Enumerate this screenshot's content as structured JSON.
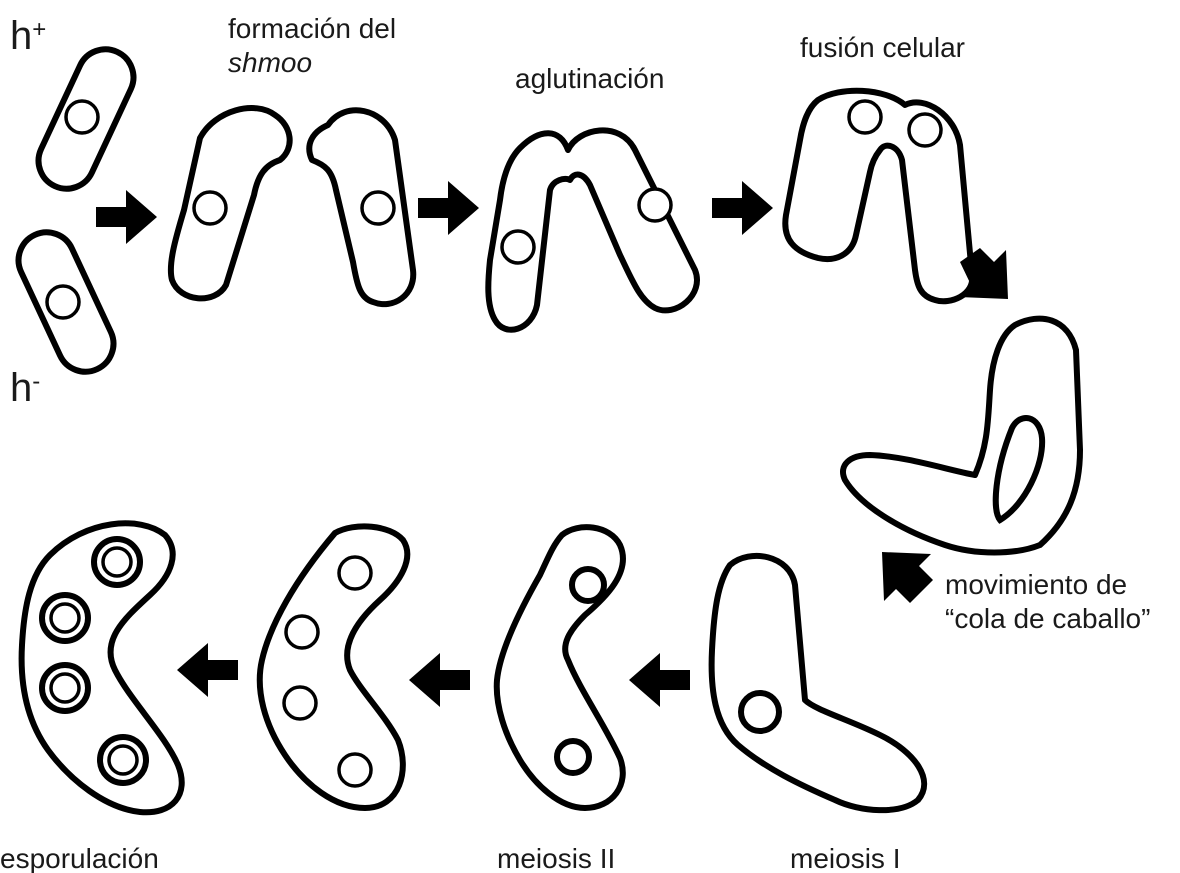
{
  "labels": {
    "h_plus_base": "h",
    "h_plus_sup": "+",
    "h_minus_base": "h",
    "h_minus_sup": "-",
    "shmoo_line1": "formación del",
    "shmoo_line2": "shmoo",
    "agglutination": "aglutinación",
    "cell_fusion": "fusión celular",
    "horsetail_line1": "movimiento de",
    "horsetail_line2": "“cola de caballo”",
    "meiosis_1": "meiosis I",
    "meiosis_2": "meiosis II",
    "sporulation": "esporulación"
  },
  "colors": {
    "stroke": "#000000",
    "fill": "#ffffff",
    "text": "#1a1a1a"
  }
}
